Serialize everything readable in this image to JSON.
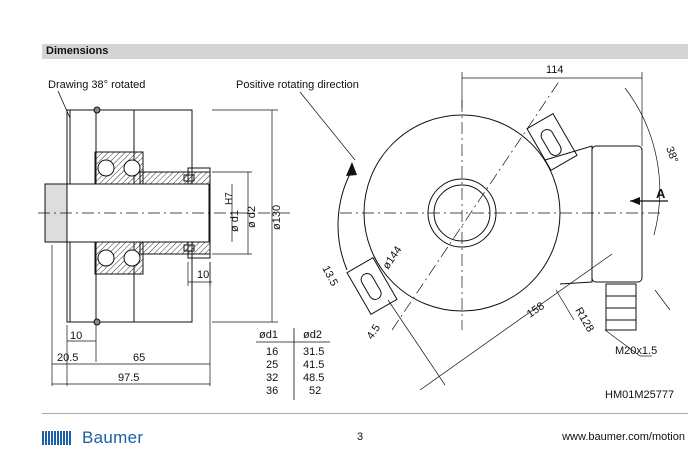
{
  "section_title": "Dimensions",
  "left_view": {
    "caption": "Drawing 38° rotated",
    "dim_d1": "ø d1",
    "dim_d1_tol": "H7",
    "dim_d2": "ø d2",
    "dim_130": "ø130",
    "dim_10_right": "10",
    "dim_10_left": "10",
    "dim_20_5": "20.5",
    "dim_65": "65",
    "dim_97_5": "97.5"
  },
  "table": {
    "headers": [
      "ød1",
      "ød2"
    ],
    "rows": [
      [
        "16",
        "31.5"
      ],
      [
        "25",
        "41.5"
      ],
      [
        "32",
        "48.5"
      ],
      [
        "36",
        "52"
      ]
    ]
  },
  "right_view": {
    "caption": "Positive rotating direction",
    "dim_114": "114",
    "dim_38": "38°",
    "arrow_a": "A",
    "dim_144": "ø144",
    "dim_13_5": "13.5",
    "dim_4_5": "4.5",
    "dim_158": "158",
    "dim_r128": "R128",
    "dim_m20": "M20x1.5"
  },
  "drawing_id": "HM01M25777",
  "footer": {
    "brand": "Baumer",
    "page": "3",
    "url": "www.baumer.com/motion"
  }
}
